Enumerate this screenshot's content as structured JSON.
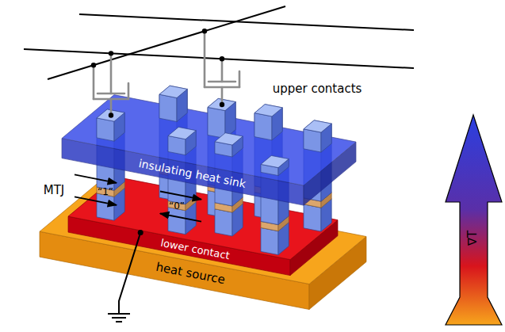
{
  "diagram": {
    "labels": [
      "upper contacts",
      "MTJ",
      "“1”",
      "insulating heat sink",
      "“0”",
      "lower contact",
      "heat source",
      "∇T"
    ]
  }
}
